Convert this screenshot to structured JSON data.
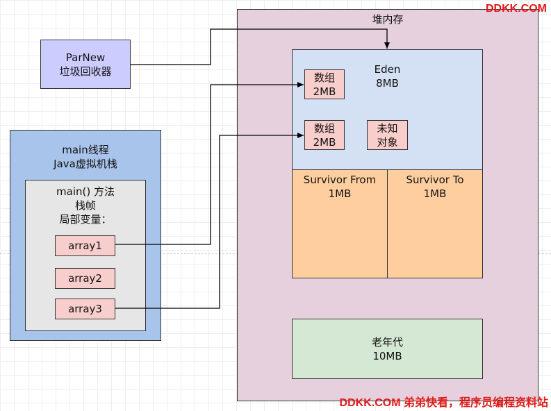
{
  "heap": {
    "title": "堆内存"
  },
  "gc": {
    "line1": "ParNew",
    "line2": "垃圾回收器"
  },
  "main_thread": {
    "line1": "main线程",
    "line2": "Java虚拟机栈"
  },
  "stack_frame": {
    "line1": "main() 方法",
    "line2": "栈帧",
    "line3": "局部变量：",
    "variables": [
      "array1",
      "array2",
      "array3"
    ]
  },
  "eden": {
    "name": "Eden",
    "size": "8MB",
    "objects": [
      {
        "line1": "数组",
        "line2": "2MB"
      },
      {
        "line1": "数组",
        "line2": "2MB"
      },
      {
        "line1": "未知",
        "line2": "对象"
      }
    ]
  },
  "survivor_from": {
    "name": "Survivor From",
    "size": "1MB"
  },
  "survivor_to": {
    "name": "Survivor To",
    "size": "1MB"
  },
  "old_gen": {
    "name": "老年代",
    "size": "10MB"
  },
  "watermark": {
    "top": "DDKK.COM",
    "bottom": "DDKK.COM 弟弟快看，程序员编程资料站"
  },
  "colors": {
    "heap": "#e6d0de",
    "gc": "#ccccff",
    "stack": "#a9c4eb",
    "frame": "#e6e6e6",
    "object": "#f8cecc",
    "eden": "#d4e1f5",
    "survivor": "#ffce9f",
    "old_gen": "#d5e8d4",
    "watermark": "#e21b1b"
  }
}
